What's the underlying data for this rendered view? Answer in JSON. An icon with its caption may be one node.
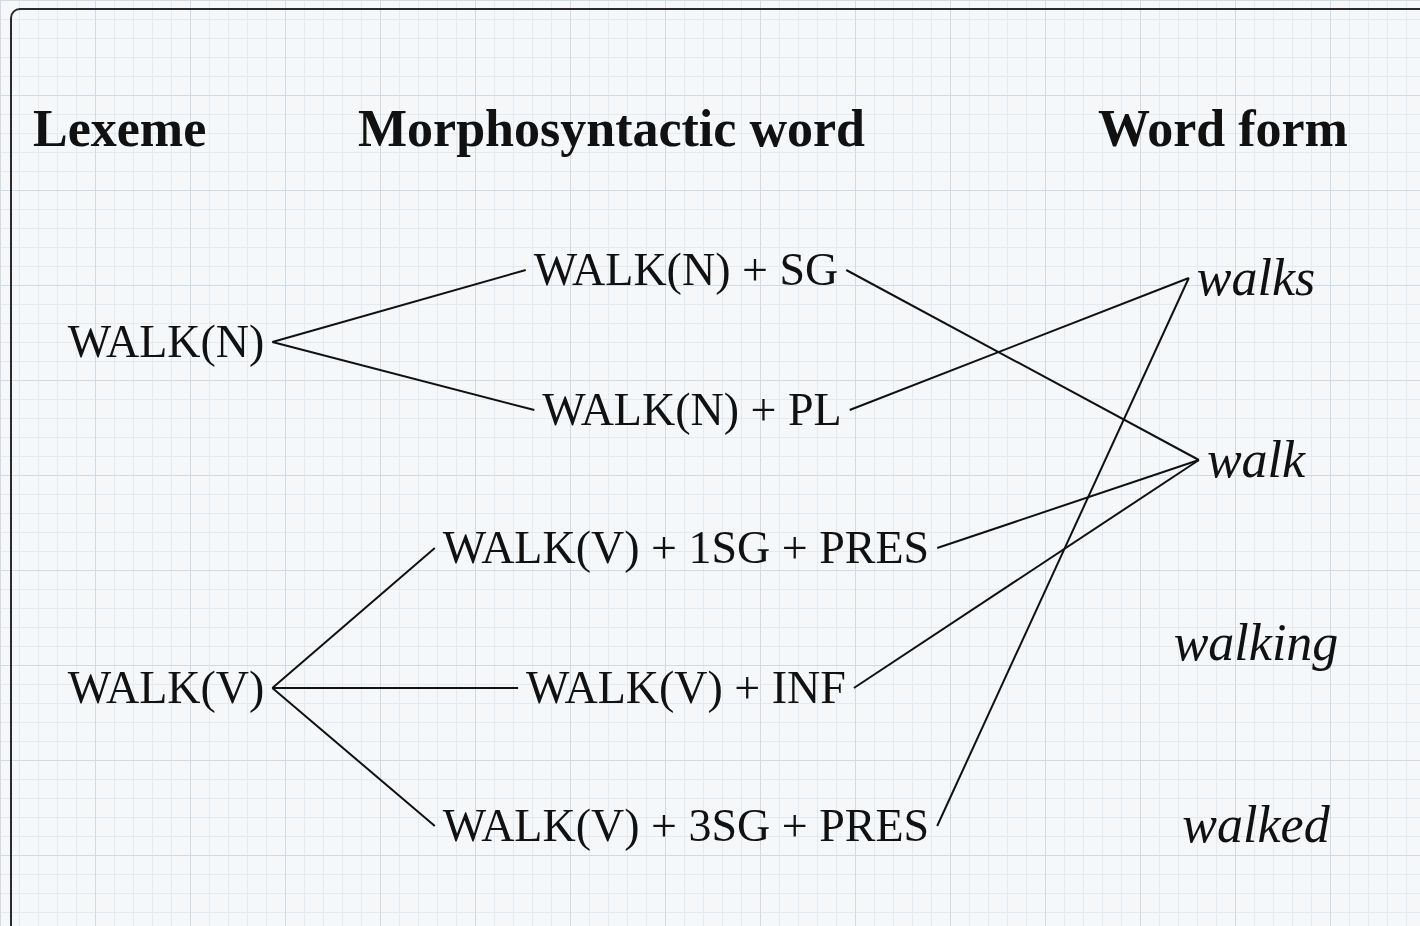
{
  "diagram": {
    "nodes": [
      {
        "text": [
          "WALK(N)"
        ]
      },
      {
        "text": [
          "WALK(V)"
        ]
      },
      {
        "text": [
          "WALK(N) + SG"
        ]
      },
      {
        "text": [
          "WALK(N) + PL"
        ]
      },
      {
        "text": [
          "WALK(V) + 1SG + PRES"
        ]
      },
      {
        "text": [
          "WALK(V) + INF"
        ]
      },
      {
        "text": [
          "WALK(V) + 3SG + PRES"
        ]
      },
      {
        "text": [
          "walks"
        ]
      },
      {
        "text": [
          "walk"
        ]
      },
      {
        "text": [
          "walking"
        ]
      },
      {
        "text": [
          "walked"
        ]
      }
    ],
    "edges": [
      {
        "from": 0,
        "to": 2,
        "arrow": "none"
      },
      {
        "from": 0,
        "to": 3,
        "arrow": "none"
      },
      {
        "from": 1,
        "to": 4,
        "arrow": "none"
      },
      {
        "from": 1,
        "to": 5,
        "arrow": "none"
      },
      {
        "from": 1,
        "to": 6,
        "arrow": "none"
      },
      {
        "from": 2,
        "to": 8,
        "arrow": "none"
      },
      {
        "from": 3,
        "to": 7,
        "arrow": "none"
      },
      {
        "from": 4,
        "to": 8,
        "arrow": "none"
      },
      {
        "from": 5,
        "to": 8,
        "arrow": "none"
      },
      {
        "from": 6,
        "to": 7,
        "arrow": "none"
      }
    ],
    "labels": [
      "Lexeme",
      "Morphosyntactic word",
      "Word form"
    ]
  }
}
